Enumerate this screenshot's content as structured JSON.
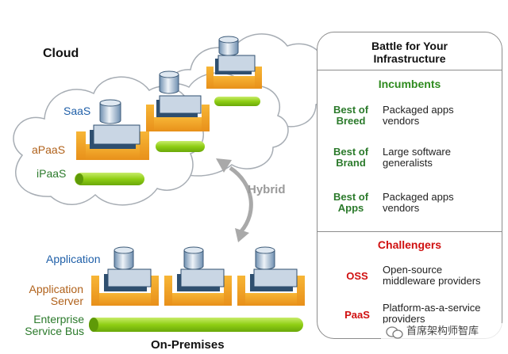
{
  "diagram": {
    "cloud_title": "Cloud",
    "hybrid_label": "Hybrid",
    "on_premises_title": "On-Premises",
    "cloud_layers": {
      "saas": "SaaS",
      "apaas": "aPaaS",
      "ipaas": "iPaaS"
    },
    "onprem_layers": {
      "application": "Application",
      "application_server": [
        "Application",
        "Server"
      ],
      "enterprise_service_bus": [
        "Enterprise",
        "Service Bus"
      ]
    }
  },
  "panel": {
    "title": [
      "Battle for Your",
      "Infrastructure"
    ],
    "incumbents": {
      "heading": "Incumbents",
      "rows": [
        {
          "label": [
            "Best of",
            "Breed"
          ],
          "desc": [
            "Packaged apps",
            "vendors"
          ]
        },
        {
          "label": [
            "Best of",
            "Brand"
          ],
          "desc": [
            "Large software",
            "generalists"
          ]
        },
        {
          "label": [
            "Best of",
            "Apps"
          ],
          "desc": [
            "Packaged apps",
            "vendors"
          ]
        }
      ]
    },
    "challengers": {
      "heading": "Challengers",
      "rows": [
        {
          "label": [
            "OSS"
          ],
          "desc": [
            "Open-source",
            "middleware providers"
          ]
        },
        {
          "label": [
            "PaaS"
          ],
          "desc": [
            "Platform-as-a-service",
            "providers"
          ]
        }
      ]
    }
  },
  "watermark": {
    "text": "首席架构师智库"
  },
  "colors": {
    "blue_label": "#1f5fa8",
    "orange_label": "#b0611a",
    "green_label": "#2b7a2b",
    "green_heading": "#2e8b1e",
    "red_heading": "#d01010",
    "orange_bracket": "#f0a020",
    "green_bus": "#9ad21e",
    "panel_border": "#8c8c8c"
  }
}
